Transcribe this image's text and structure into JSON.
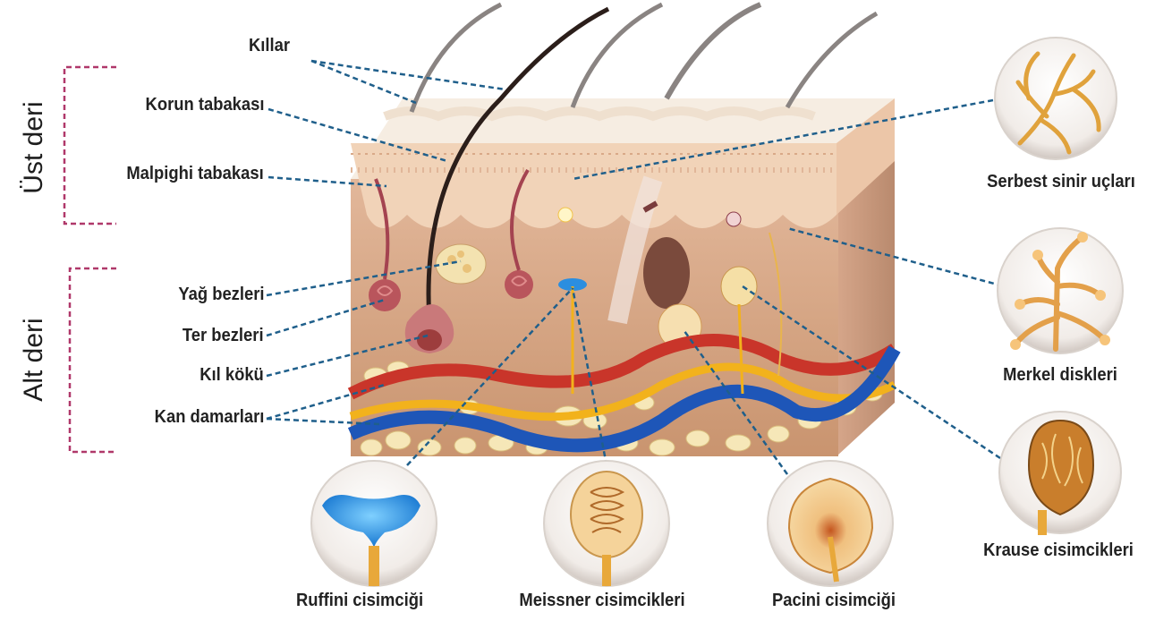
{
  "layers": {
    "upper": "Üst deri",
    "lower": "Alt deri"
  },
  "labels": {
    "hairs": "Kıllar",
    "stratum_corneum": "Korun tabakası",
    "malpighi": "Malpighi tabakası",
    "sebaceous": "Yağ bezleri",
    "sweat": "Ter bezleri",
    "hair_root": "Kıl kökü",
    "vessels": "Kan damarları",
    "free_nerve": "Serbest sinir uçları",
    "merkel": "Merkel diskleri",
    "krause": "Krause cisimcikleri",
    "ruffini": "Ruffini cisimciği",
    "meissner": "Meissner cisimcikleri",
    "pacini": "Pacini cisimciği"
  },
  "colors": {
    "leader_line": "#1f5f8b",
    "bracket": "#b0386a",
    "epidermis": "#f1d3b8",
    "dermis": "#d8a98a",
    "artery": "#c9352a",
    "vein": "#1e56b8",
    "nerve": "#f2b21c",
    "fat": "#f5e6b8"
  }
}
